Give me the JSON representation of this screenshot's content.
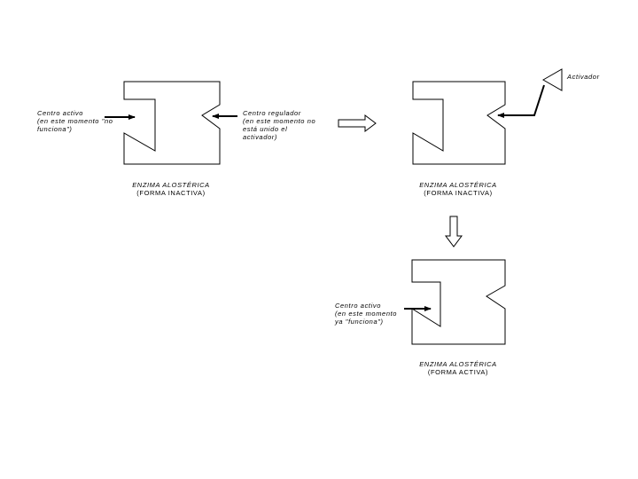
{
  "colors": {
    "ink": "#000000",
    "background": "#ffffff"
  },
  "diagram": {
    "enzyme_1": {
      "name_line1": "ENZIMA ALOSTÉRICA",
      "name_line2": "(FORMA INACTIVA)"
    },
    "active_site_1": {
      "line1": "Centro activo",
      "line2": "(en este momento \"no",
      "line3": "funciona\")"
    },
    "regulatory_site_1": {
      "line1": "Centro regulador",
      "line2": "(en este momento no",
      "line3": "está unido el",
      "line4": "activador)"
    },
    "activator": {
      "label": "Activador"
    },
    "enzyme_2": {
      "name_line1": "ENZIMA ALOSTÉRICA",
      "name_line2": "(FORMA INACTIVA)"
    },
    "active_site_3": {
      "line1": "Centro activo",
      "line2": "(en este momento",
      "line3": "ya  \"funciona\")"
    },
    "enzyme_3": {
      "name_line1": "ENZIMA ALOSTÉRICA",
      "name_line2": "(FORMA ACTIVA)"
    }
  }
}
